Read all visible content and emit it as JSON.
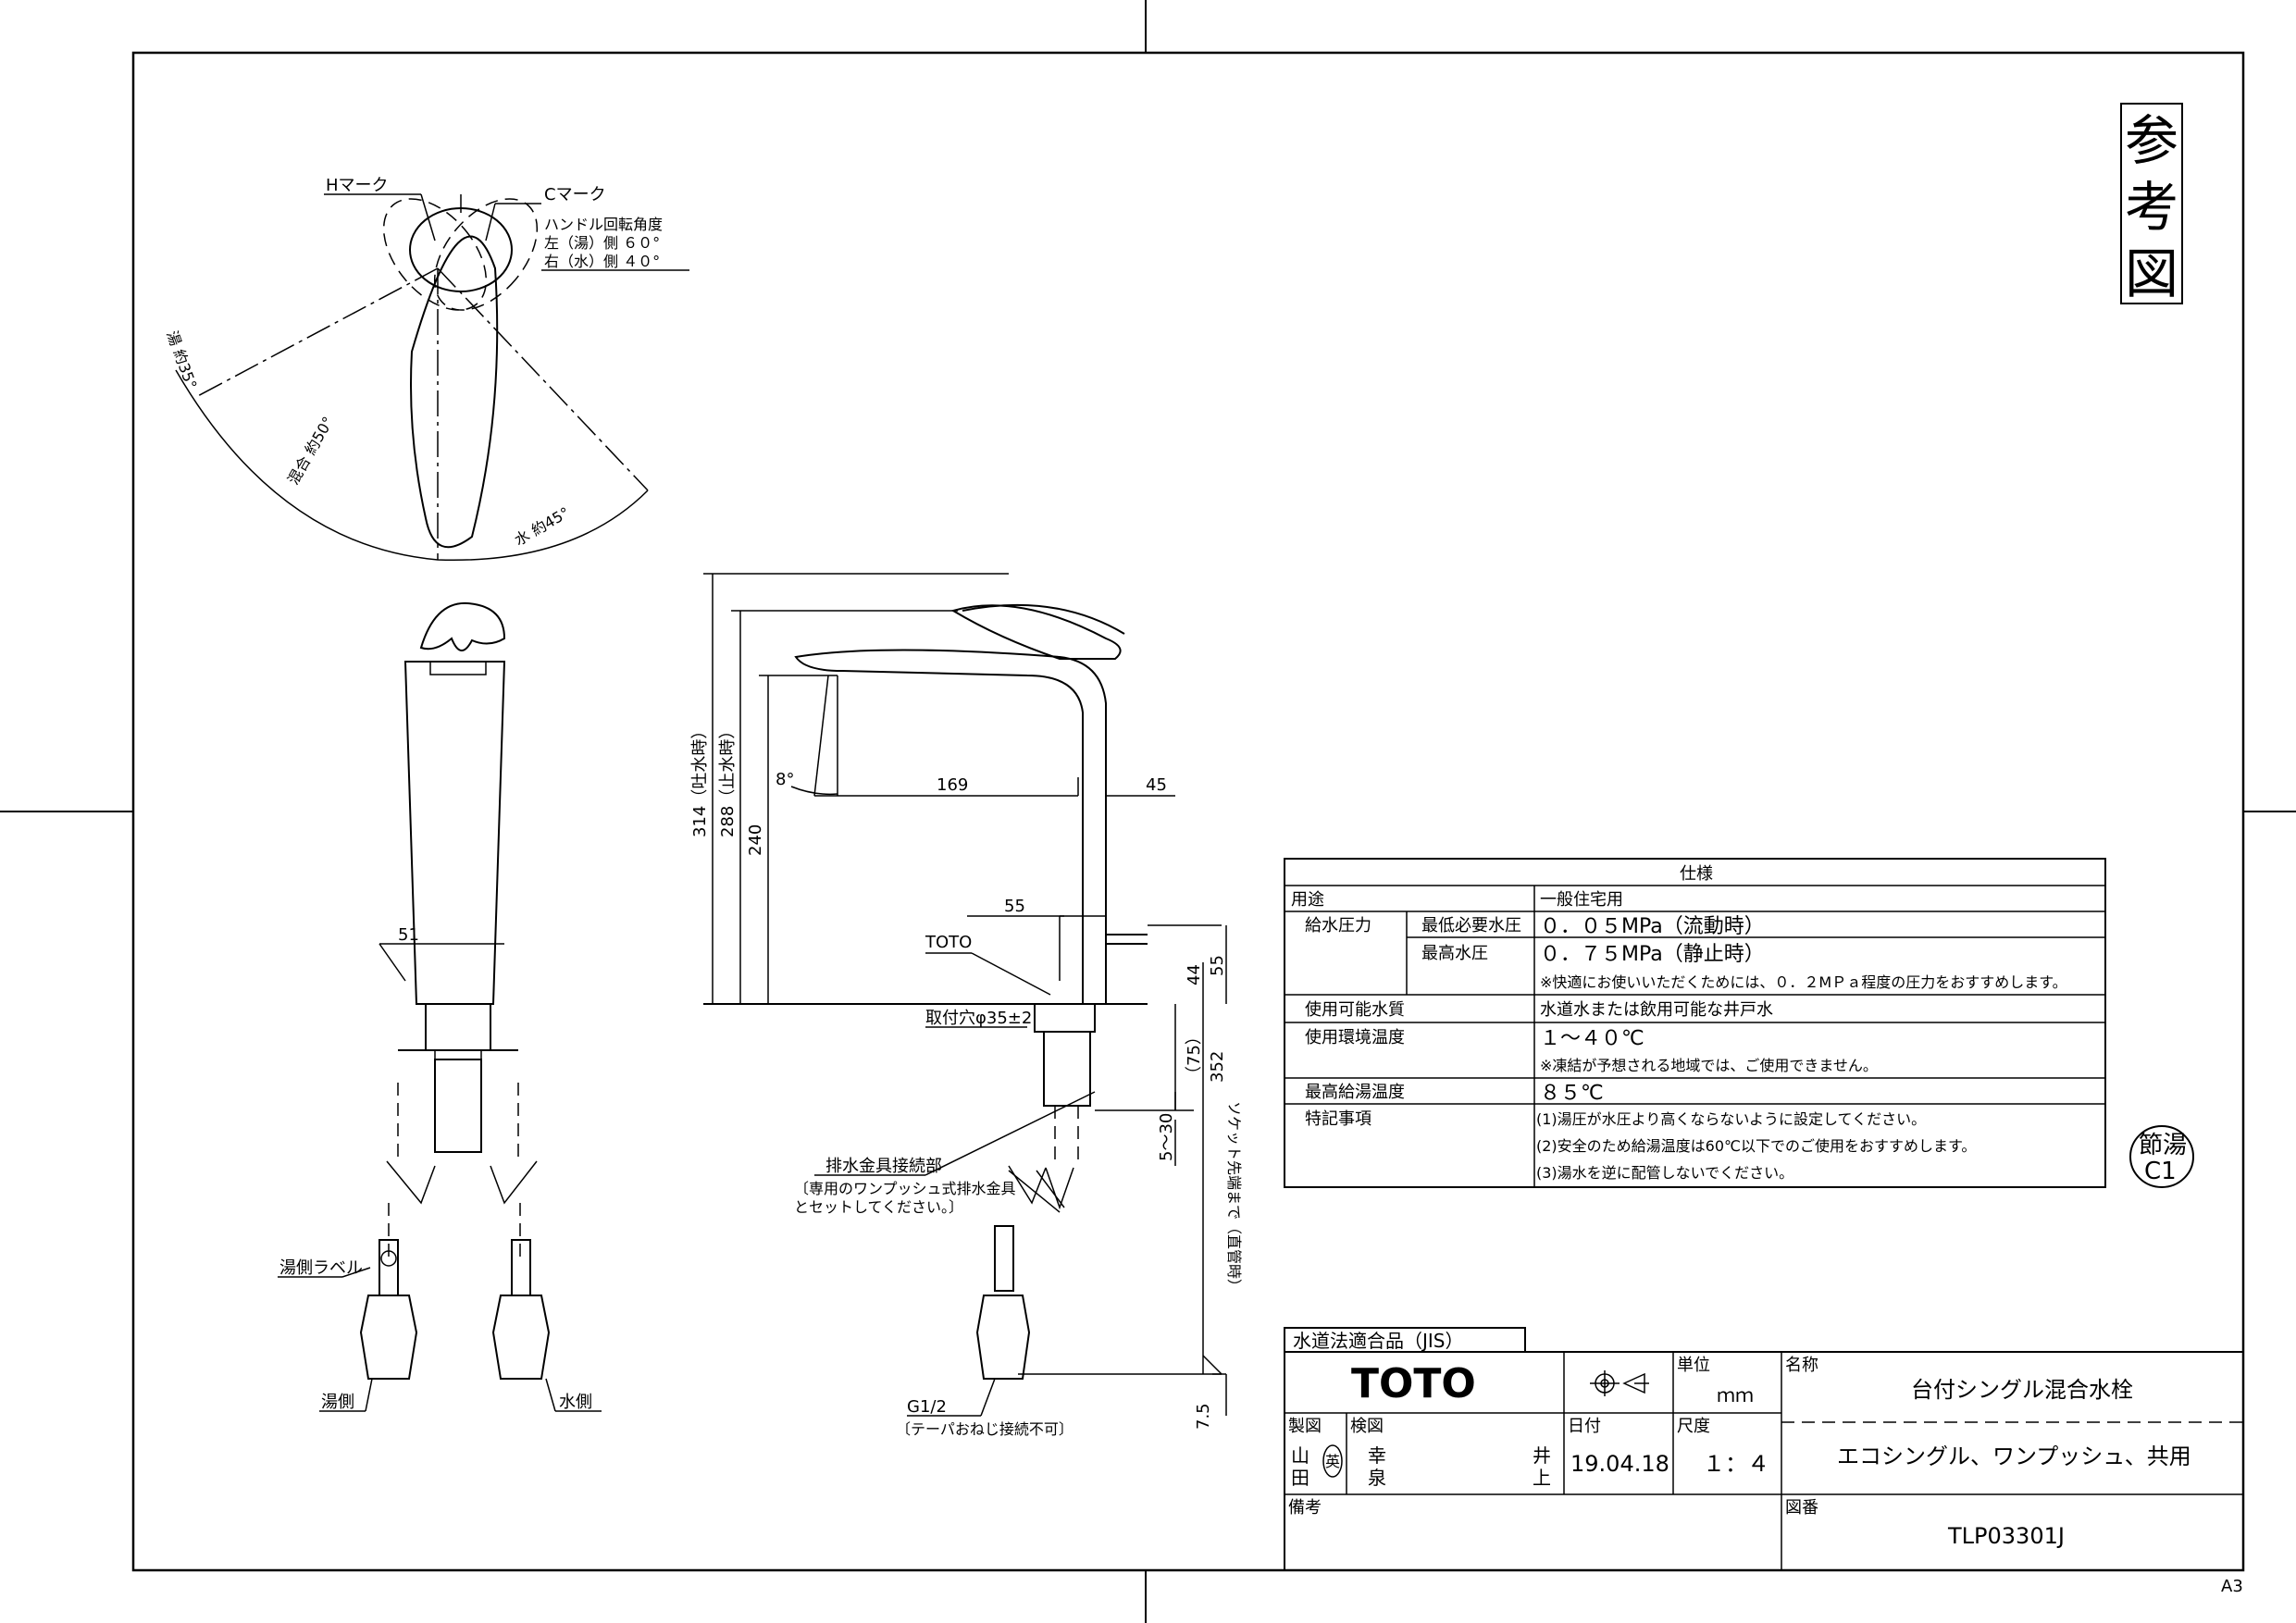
{
  "reference_stamp": [
    "参",
    "考",
    "図"
  ],
  "paper_size": "A3",
  "top_view": {
    "h_mark": "Hマーク",
    "c_mark": "Cマーク",
    "rotation_title": "ハンドル回転角度",
    "rotation_left": "左（湯）側 ６０°",
    "rotation_right": "右（水）側 ４０°",
    "angle_hot": "湯 約35°",
    "angle_mix": "混合 約50°",
    "angle_cold": "水 約45°"
  },
  "front_view": {
    "dim_51": "51",
    "hot_label": "湯側ラベル",
    "hot_side": "湯側",
    "cold_side": "水側"
  },
  "side_view": {
    "dim_314": "314（吐水時）",
    "dim_288": "288（止水時）",
    "dim_240": "240",
    "angle_8": "8°",
    "dim_169": "169",
    "dim_45": "45",
    "dim_55_top": "55",
    "toto_mark": "TOTO",
    "hole": "取付穴φ35±2",
    "dim_44": "44",
    "dim_55_right": "55",
    "dim_75": "（75）",
    "dim_352": "352",
    "dim_5_30": "5～30",
    "socket_note": "ソケット先端まで（直管時）",
    "drain_title": "排水金具接続部",
    "drain_note1": "〔専用のワンプッシュ式排水金具",
    "drain_note2": "とセットしてください。〕",
    "g_thread": "G1/2",
    "g_note": "〔テーパおねじ接続不可〕",
    "dim_7_5": "7.5"
  },
  "spec_table": {
    "title": "仕様",
    "rows": [
      {
        "label": "用途",
        "sub": "",
        "values": [
          "一般住宅用"
        ]
      },
      {
        "label": "給水圧力",
        "sub": "最低必要水圧",
        "values": [
          "０．０５MPa（流動時）"
        ]
      },
      {
        "label": "",
        "sub": "最高水圧",
        "values": [
          "０．７５MPa（静止時）",
          "※快適にお使いいただくためには、０．２MＰａ程度の圧力をおすすめします。"
        ]
      },
      {
        "label": "使用可能水質",
        "sub": "",
        "values": [
          "水道水または飲用可能な井戸水"
        ]
      },
      {
        "label": "使用環境温度",
        "sub": "",
        "values": [
          "１～４０℃",
          "※凍結が予想される地域では、ご使用できません。"
        ]
      },
      {
        "label": "最高給湯温度",
        "sub": "",
        "values": [
          "８５℃"
        ]
      },
      {
        "label": "特記事項",
        "sub": "",
        "values": [
          "(1)湯圧が水圧より高くならないように設定してください。",
          "(2)安全のため給湯温度は60℃以下でのご使用をおすすめします。",
          "(3)湯水を逆に配管しないでください。"
        ]
      }
    ]
  },
  "energy_stamp": {
    "line1": "節湯",
    "line2": "C1"
  },
  "title_block": {
    "jis": "水道法適合品（JIS）",
    "brand": "TOTO",
    "unit_label": "単位",
    "unit_value": "ｍｍ",
    "name_label": "名称",
    "product_name": "台付シングル混合水栓",
    "made_label": "製図",
    "made_name1": "山",
    "made_name2": "田",
    "made_seal": "英",
    "check_label": "検図",
    "check_name_left1": "幸",
    "check_name_left2": "泉",
    "check_name_right1": "井",
    "check_name_right2": "上",
    "date_label": "日付",
    "date_value": "19.04.18",
    "scale_label": "尺度",
    "scale_value": "１：４",
    "features": "エコシングル、ワンプッシュ、共用",
    "remarks_label": "備考",
    "drawing_no_label": "図番",
    "drawing_no": "TLP03301J"
  }
}
